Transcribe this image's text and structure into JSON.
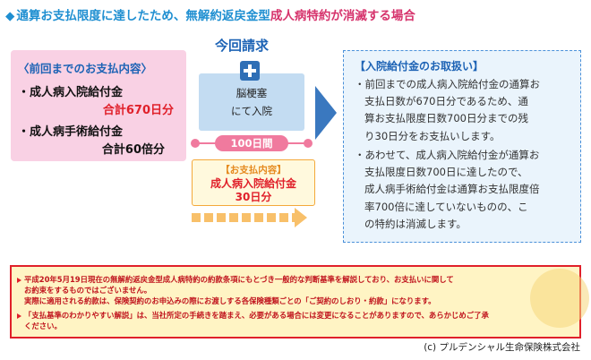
{
  "title": {
    "prefix": "◆",
    "part1": "通算お支払限度に達したため、無解約返戻金型",
    "part2": "成人病特約が消滅する場合"
  },
  "previous": {
    "heading": "〈前回までのお支払内容〉",
    "items": [
      {
        "label": "・成人病入院給付金",
        "value": "合計670日分"
      },
      {
        "label": "・成人病手術給付金",
        "value": "合計60倍分"
      }
    ]
  },
  "current": {
    "label": "今回請求",
    "cross_icon": "hospital-cross-icon",
    "condition_line1": "脳梗塞",
    "condition_line2": "にて入院",
    "days": "100日間",
    "payment_heading": "【お支払内容】",
    "payment_line1": "成人病入院給付金",
    "payment_line2": "30日分"
  },
  "handling": {
    "heading": "【入院給付金のお取扱い】",
    "paragraphs": [
      [
        "・前回までの成人病入院給付金の通算お",
        "支払日数が670日分であるため、通",
        "算お支払限度日数700日分までの残",
        "り30日分をお支払いします。"
      ],
      [
        "・あわせて、成人病入院給付金が通算お",
        "支払限度日数700日に達したので、",
        "成人病手術給付金は通算お支払限度倍",
        "率700倍に達していないものの、こ",
        "の特約は消滅します。"
      ]
    ]
  },
  "notice": {
    "lines": [
      "平成20年5月19日現在の無解約返戻金型成人病特約の約款条項にもとづき一般的な判断基準を解説しており、お支払いに関して",
      "お約束をするものではございません。",
      "実際に適用される約款は、保険契約のお申込みの際にお渡しする各保険種類ごとの「ご契約のしおり・約款」になります。",
      "「支払基準のわかりやすい解説」は、当社所定の手続きを踏まえ、必要がある場合には変更になることがありますので、あらかじめご了承",
      "ください。"
    ]
  },
  "copyright": "(c) プルデンシャル生命保険株式会社",
  "colors": {
    "accent_blue": "#1f8fd1",
    "pink": "#d6336c",
    "red": "#e0202a"
  }
}
